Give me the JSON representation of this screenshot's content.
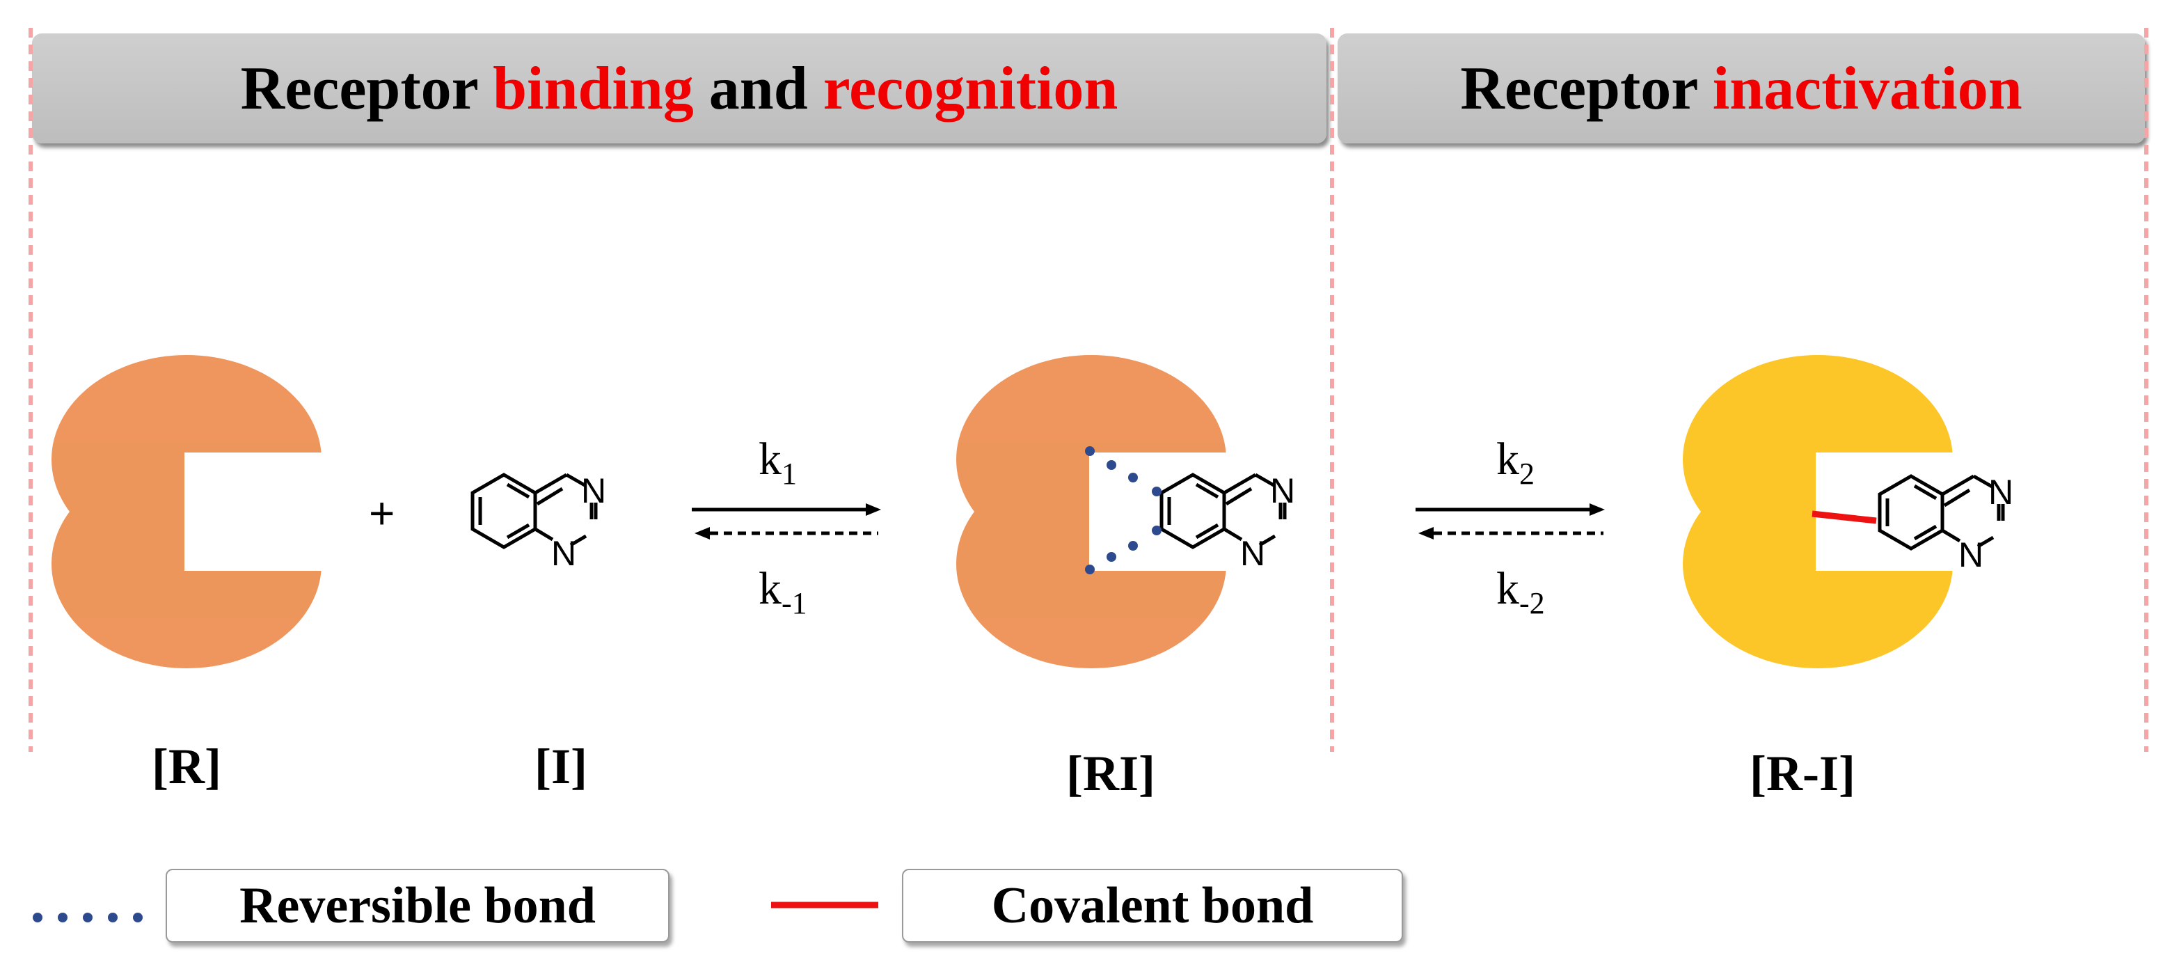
{
  "headers": {
    "left": {
      "prefix": "Receptor ",
      "hl1": "binding",
      "mid": " and ",
      "hl2": "recognition"
    },
    "right": {
      "prefix": "Receptor ",
      "hl": "inactivation"
    }
  },
  "species": {
    "R": "[R]",
    "I": "[I]",
    "RI": "[RI]",
    "R_I": "[R-I]"
  },
  "plus": "+",
  "rates": {
    "k1": {
      "base": "k",
      "sub": "1"
    },
    "k_1": {
      "base": "k",
      "sub": "-1"
    },
    "k2": {
      "base": "k",
      "sub": "2"
    },
    "k_2": {
      "base": "k",
      "sub": "-2"
    }
  },
  "atom": "N",
  "legend": {
    "reversible": "Reversible bond",
    "covalent": "Covalent bond"
  },
  "colors": {
    "receptor_orange": "#ec8b4b",
    "receptor_yellow": "#fcc31e",
    "highlight_red": "#f00000",
    "reversible_blue": "#2e4a8f",
    "covalent_red": "#ee1111",
    "divider_pink": "#f4a6a6"
  }
}
